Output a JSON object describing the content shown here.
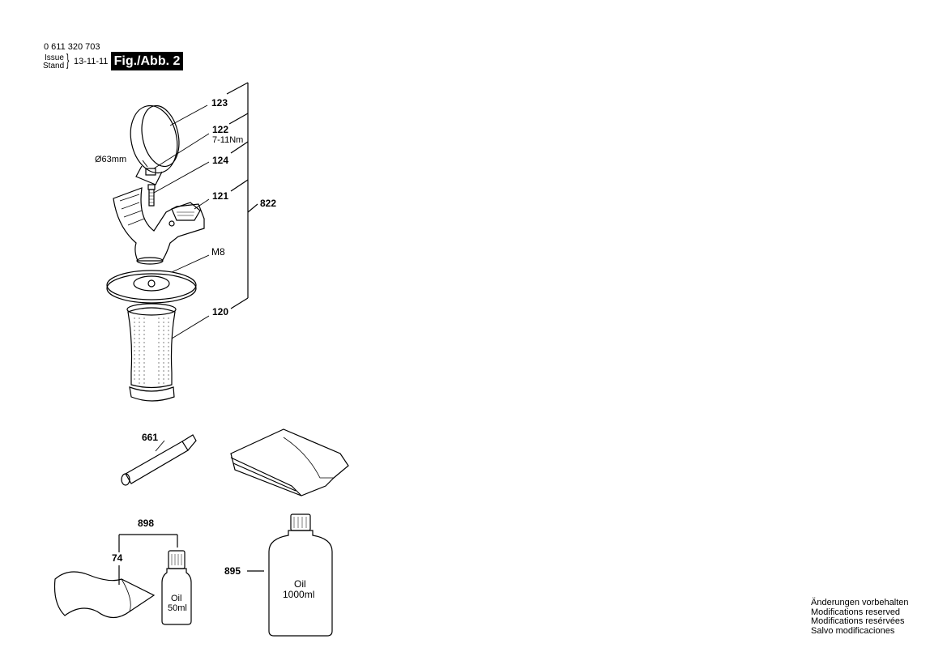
{
  "header": {
    "part_number": "0 611 320 703",
    "issue_label": "Issue",
    "stand_label": "Stand",
    "issue_date": "13-11-11",
    "figure_label": "Fig./Abb. 2"
  },
  "callouts": {
    "ring": "123",
    "screw": "122",
    "torque": "7-11Nm",
    "diameter": "Ø63mm",
    "washer": "124",
    "clamp_body": "121",
    "thread": "M8",
    "handle": "120",
    "assembly": "822",
    "grease_tube": "661",
    "kit": "898",
    "bag": "74",
    "bottle_large": "895"
  },
  "bottle_small": {
    "line1": "Oil",
    "line2": "50ml"
  },
  "bottle_large": {
    "line1": "Oil",
    "line2": "1000ml"
  },
  "notice": [
    "Änderungen vorbehalten",
    "Modifications reserved",
    "Modifications resérvées",
    "Salvo modificaciones"
  ]
}
